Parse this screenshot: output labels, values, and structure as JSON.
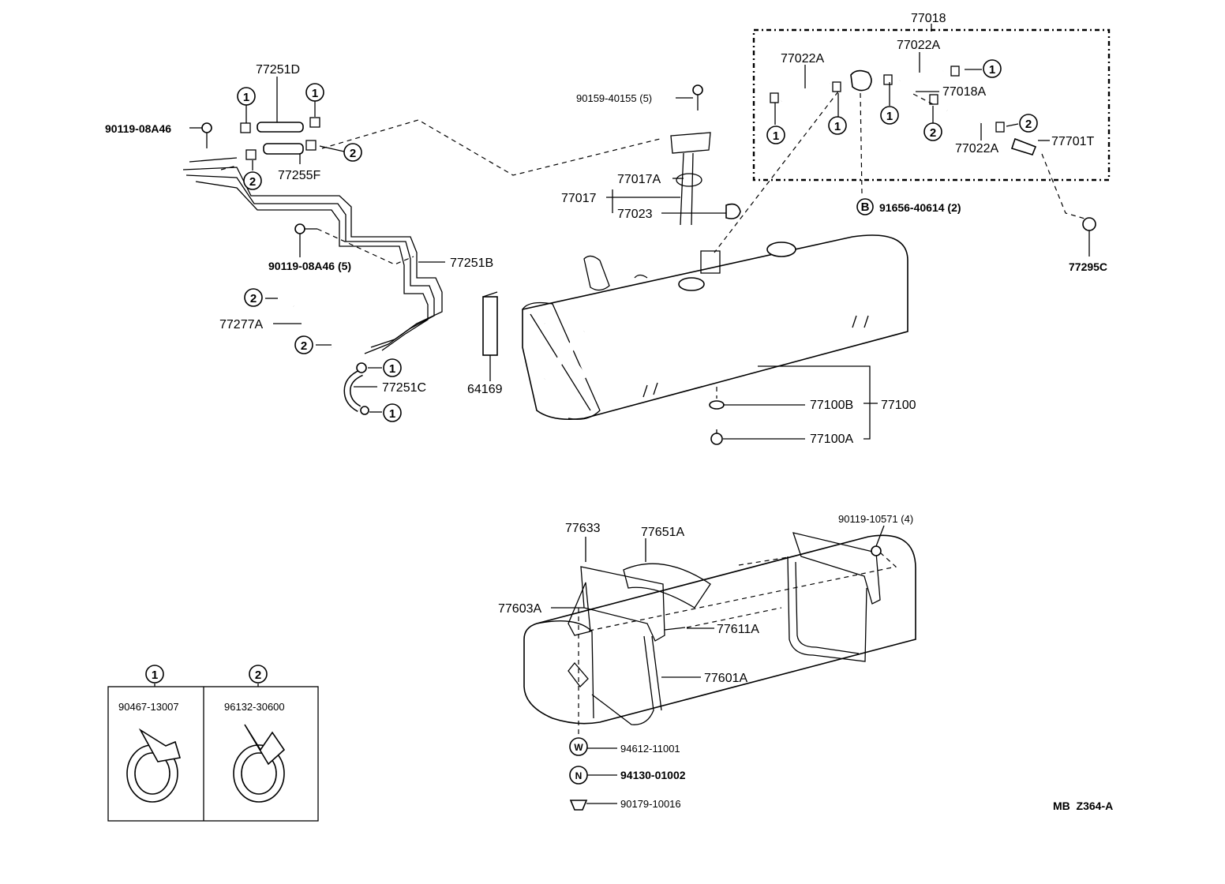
{
  "diagram_code": "MB  Z364-A",
  "callout_markers": {
    "one": "1",
    "two": "2",
    "b": "B",
    "w": "W",
    "n": "N"
  },
  "upper_left": {
    "p_77251D": "77251D",
    "p_77255F": "77255F",
    "p_90119_08A46": "90119-08A46",
    "p_90119_08A46_5": "90119-08A46 (5)",
    "p_77251B": "77251B",
    "p_77277A": "77277A",
    "p_77251C": "77251C",
    "p_64169": "64169"
  },
  "upper_center": {
    "p_90159_40155": "90159-40155 (5)",
    "p_77017A": "77017A",
    "p_77017": "77017",
    "p_77023": "77023",
    "p_77100B": "77100B",
    "p_77100": "77100",
    "p_77100A": "77100A"
  },
  "upper_right": {
    "p_77018": "77018",
    "p_77022A_1": "77022A",
    "p_77022A_2": "77022A",
    "p_77022A_3": "77022A",
    "p_77018A": "77018A",
    "p_77701T": "77701T",
    "p_91656_40614": "91656-40614 (2)",
    "p_77295C": "77295C"
  },
  "lower": {
    "p_77633": "77633",
    "p_77651A": "77651A",
    "p_90119_10571": "90119-10571 (4)",
    "p_77603A": "77603A",
    "p_77611A": "77611A",
    "p_77601A": "77601A",
    "p_94612_11001": "94612-11001",
    "p_94130_01002": "94130-01002",
    "p_90179_10016": "90179-10016"
  },
  "legend": {
    "clamp_1_part": "90467-13007",
    "clamp_2_part": "96132-30600"
  }
}
